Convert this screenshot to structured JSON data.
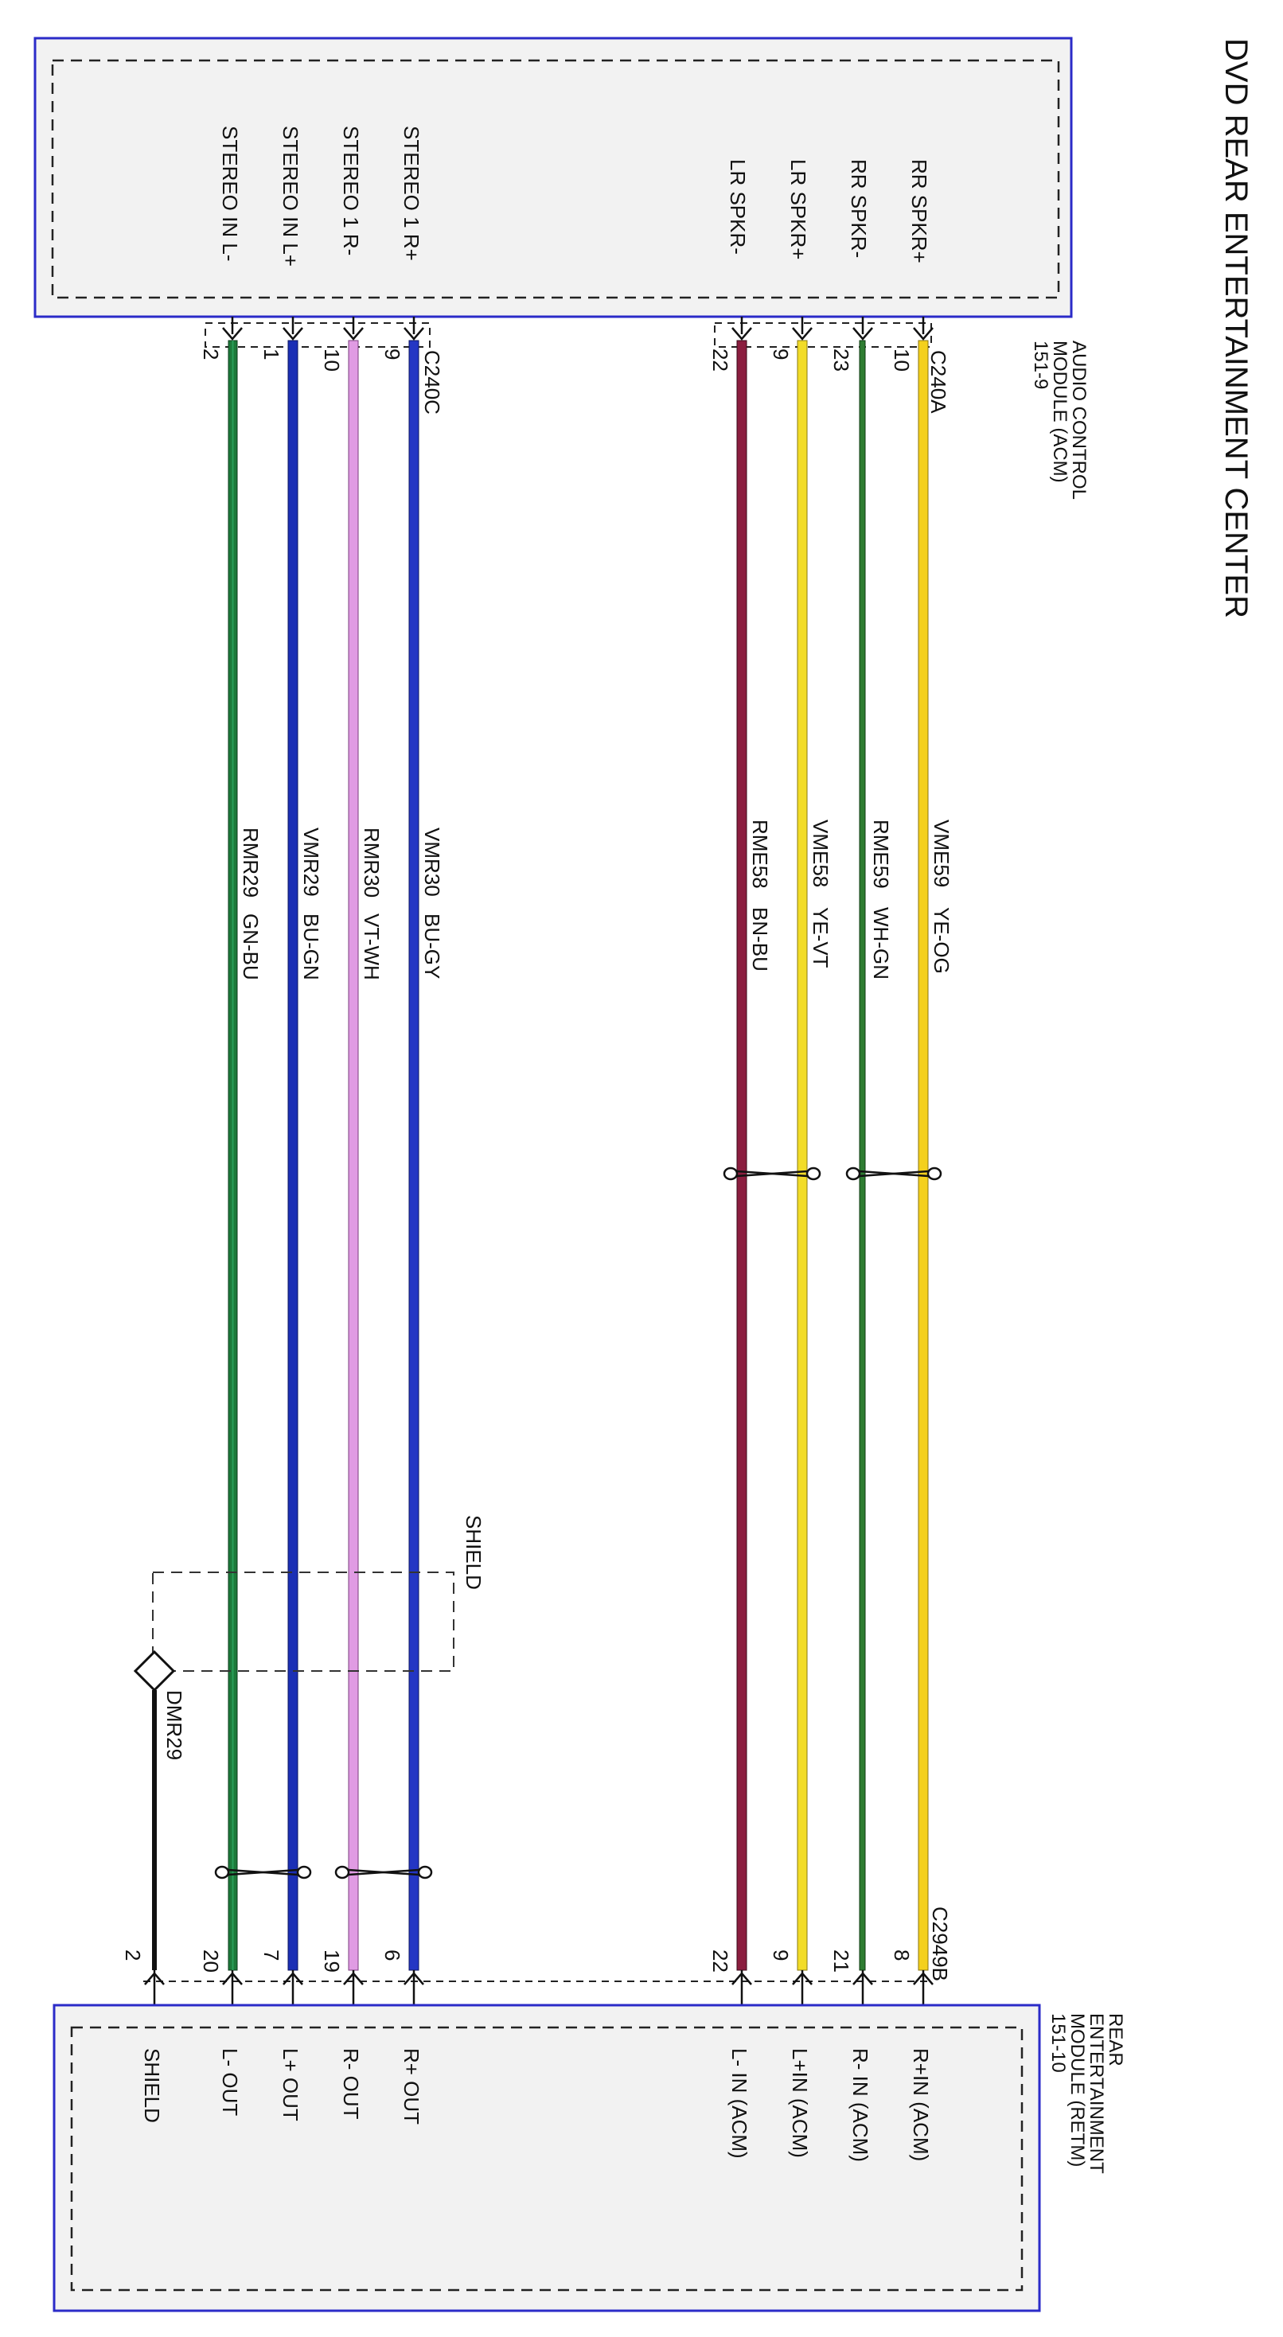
{
  "title": "DVD REAR ENTERTAINMENT CENTER",
  "colors": {
    "module_border": "#2b2bc8",
    "module_fill": "#f2f2f2",
    "text": "#111111",
    "wire_GN_BU": "#1d7a3a",
    "wire_BU_GN": "#1b2fb5",
    "wire_VT_WH": "#e09be3",
    "wire_BU_GY": "#2436c4",
    "wire_BN_BU": "#8b1e3f",
    "wire_YE_VT": "#f2dc28",
    "wire_WH_GN": "#2e7d32",
    "wire_YE_OG": "#f4d01c",
    "drain": "#111111"
  },
  "modules": {
    "acm": {
      "name_lines": [
        "AUDIO CONTROL",
        "MODULE (ACM)",
        "151-9"
      ],
      "connector_a": "C240A",
      "connector_c": "C240C",
      "pins": [
        "STEREO IN L-",
        "STEREO IN L+",
        "STEREO 1 R-",
        "STEREO 1 R+",
        "LR SPKR-",
        "LR SPKR+",
        "RR SPKR-",
        "RR SPKR+"
      ]
    },
    "retm": {
      "name_lines": [
        "REAR",
        "ENTERTAINMENT",
        "MODULE (RETM)",
        "151-10"
      ],
      "connector": "C2949B",
      "pins": [
        "SHIELD",
        "L- OUT",
        "L+ OUT",
        "R- OUT",
        "R+ OUT",
        "L- IN (ACM)",
        "L+IN (ACM)",
        "R- IN (ACM)",
        "R+IN (ACM)"
      ]
    }
  },
  "wires": [
    {
      "circuit": "RMR29",
      "color": "GN-BU",
      "acm_pin": "2",
      "retm_pin": "20"
    },
    {
      "circuit": "VMR29",
      "color": "BU-GN",
      "acm_pin": "1",
      "retm_pin": "7"
    },
    {
      "circuit": "RMR30",
      "color": "VT-WH",
      "acm_pin": "10",
      "retm_pin": "19"
    },
    {
      "circuit": "VMR30",
      "color": "BU-GY",
      "acm_pin": "9",
      "retm_pin": "6"
    },
    {
      "circuit": "RME58",
      "color": "BN-BU",
      "acm_pin": "22",
      "retm_pin": "22"
    },
    {
      "circuit": "VME58",
      "color": "YE-VT",
      "acm_pin": "9",
      "retm_pin": "9"
    },
    {
      "circuit": "RME59",
      "color": "WH-GN",
      "acm_pin": "23",
      "retm_pin": "21"
    },
    {
      "circuit": "VME59",
      "color": "YE-OG",
      "acm_pin": "10",
      "retm_pin": "8"
    }
  ],
  "shield": {
    "label": "SHIELD",
    "drain_circuit": "DMR29",
    "retm_pin": "2"
  }
}
